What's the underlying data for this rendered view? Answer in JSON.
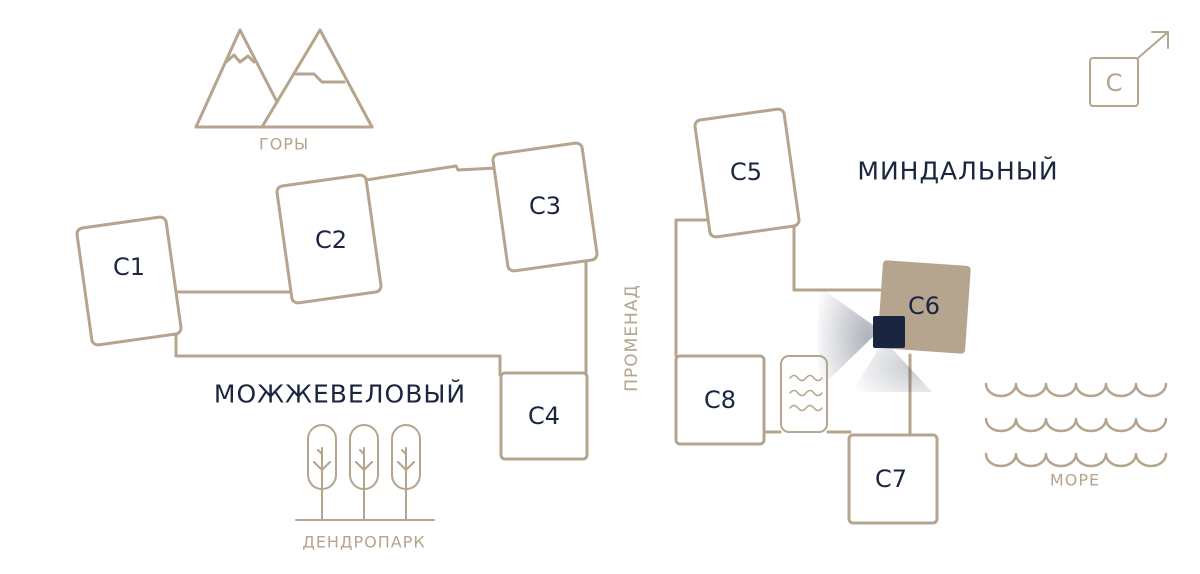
{
  "colors": {
    "line": "#b5a48e",
    "text": "#1a2540",
    "highlight": "#b5a48e",
    "marker": "#1a2540"
  },
  "labels": {
    "mountains": "ГОРЫ",
    "zone_juniper": "МОЖЖЕВЕЛОВЫЙ",
    "zone_almond": "МИНДАЛЬНЫЙ",
    "promenade": "ПРОМЕНАД",
    "dendropark": "ДЕНДРОПАРК",
    "sea": "МОРЕ",
    "compass": "С"
  },
  "buildings": {
    "c1": "С1",
    "c2": "С2",
    "c3": "С3",
    "c4": "С4",
    "c5": "С5",
    "c6": "С6",
    "c7": "С7",
    "c8": "С8"
  },
  "icons": {
    "mountains": "mountains-icon",
    "trees": "trees-icon",
    "sea": "waves-icon",
    "pool": "pool-icon",
    "compass": "north-arrow-icon",
    "view": "view-direction-icon"
  },
  "selected_building": "С6"
}
